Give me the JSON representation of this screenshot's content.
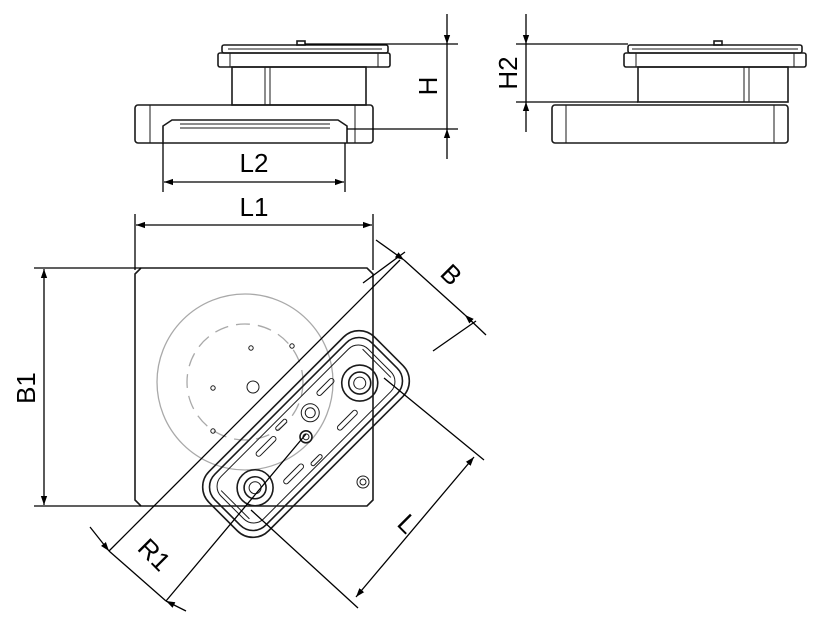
{
  "dimensions": {
    "H": "H",
    "H2": "H2",
    "L1": "L1",
    "L2": "L2",
    "B": "B",
    "B1": "B1",
    "L": "L",
    "R1": "R1"
  }
}
